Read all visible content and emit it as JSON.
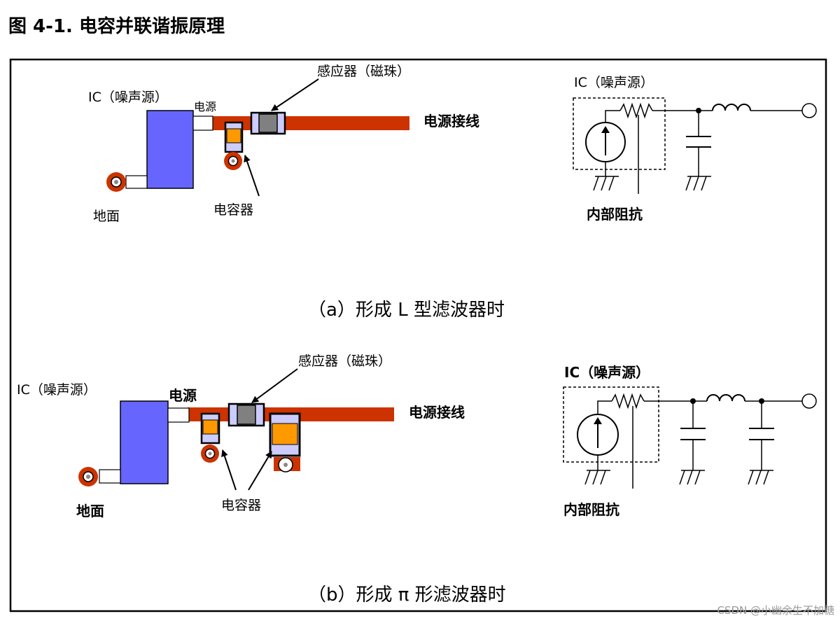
{
  "title": "图 4-1.  电容并联谐振原理",
  "panel_a": {
    "label_ic": "IC（噪声源）",
    "label_power": "电源",
    "label_inductor": "感应器（磁珠）",
    "label_power_line": "电源接线",
    "label_capacitor": "电容器",
    "label_ground": "地面",
    "schematic_ic": "IC（噪声源）",
    "schematic_impedance": "内部阻抗",
    "caption": "（a）形成 L 型滤波器时"
  },
  "panel_b": {
    "label_ic": "IC（噪声源）",
    "label_power": "电源",
    "label_inductor": "感应器（磁珠）",
    "label_power_line": "电源接线",
    "label_capacitor": "电容器",
    "label_ground": "地面",
    "schematic_ic": "IC（噪声源）",
    "schematic_impedance": "内部阻抗",
    "caption": "（b）形成 π 形滤波器时"
  },
  "watermark": "CSDN @小幽余生不加糖",
  "colors": {
    "trace": "#cc3300",
    "ic_body": "#6666ff",
    "cap_body": "#ff9900",
    "cap_end": "#ccccff",
    "bead_core": "#808080",
    "line": "#000000"
  }
}
